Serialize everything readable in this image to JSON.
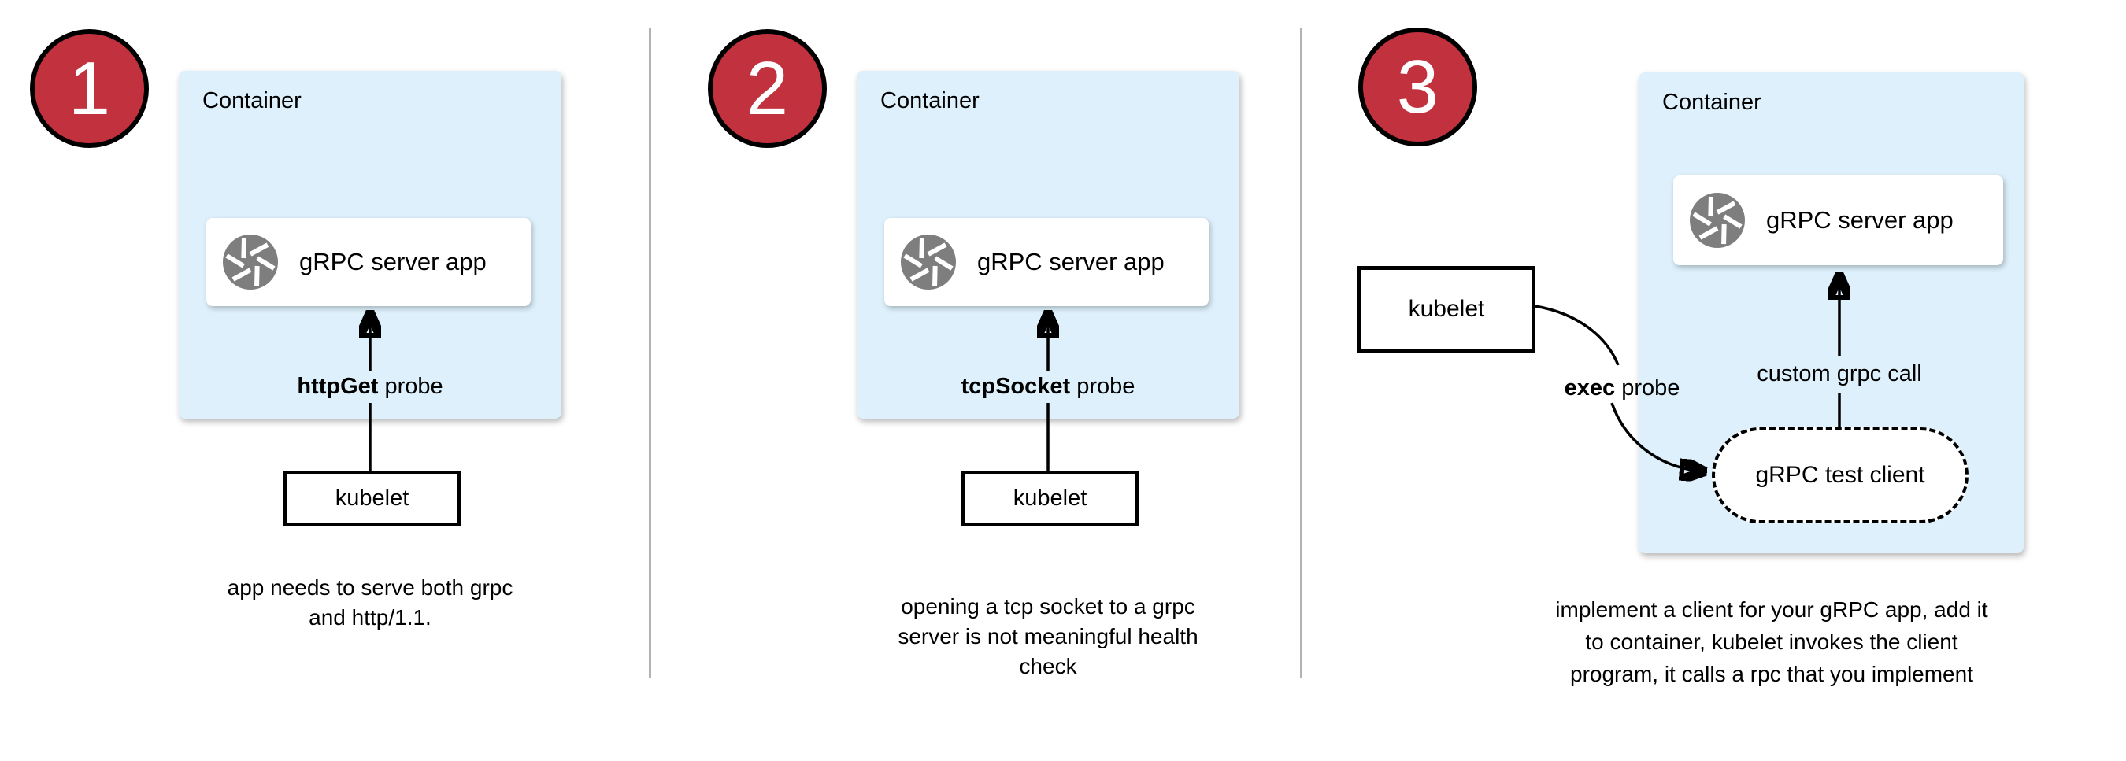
{
  "colors": {
    "badge_red": "#c2313e",
    "container_blue": "#ddf0fb",
    "icon_gray": "#7e7e7e",
    "divider_gray": "#b0b4b5",
    "text_black": "#000000"
  },
  "icons": {
    "app_icon": "aperture-icon",
    "connector": "arrow"
  },
  "panels": [
    {
      "badge": "1",
      "container_label": "Container",
      "app_label": "gRPC server app",
      "probe_bold": "httpGet",
      "probe_rest": " probe",
      "kubelet_label": "kubelet",
      "caption_lines": [
        "app needs to serve both grpc",
        "and http/1.1."
      ]
    },
    {
      "badge": "2",
      "container_label": "Container",
      "app_label": "gRPC server app",
      "probe_bold": "tcpSocket",
      "probe_rest": " probe",
      "kubelet_label": "kubelet",
      "caption_lines": [
        "opening a tcp socket to a grpc",
        "server is not meaningful health",
        "check"
      ]
    },
    {
      "badge": "3",
      "container_label": "Container",
      "app_label": "gRPC server app",
      "probe_bold": "exec",
      "probe_rest": " probe",
      "kubelet_label": "kubelet",
      "call_label": "custom grpc call",
      "client_label": "gRPC test client",
      "caption_lines": [
        "implement a client for your gRPC app, add it",
        "to container, kubelet invokes the client",
        "program, it calls a rpc that you implement"
      ]
    }
  ]
}
